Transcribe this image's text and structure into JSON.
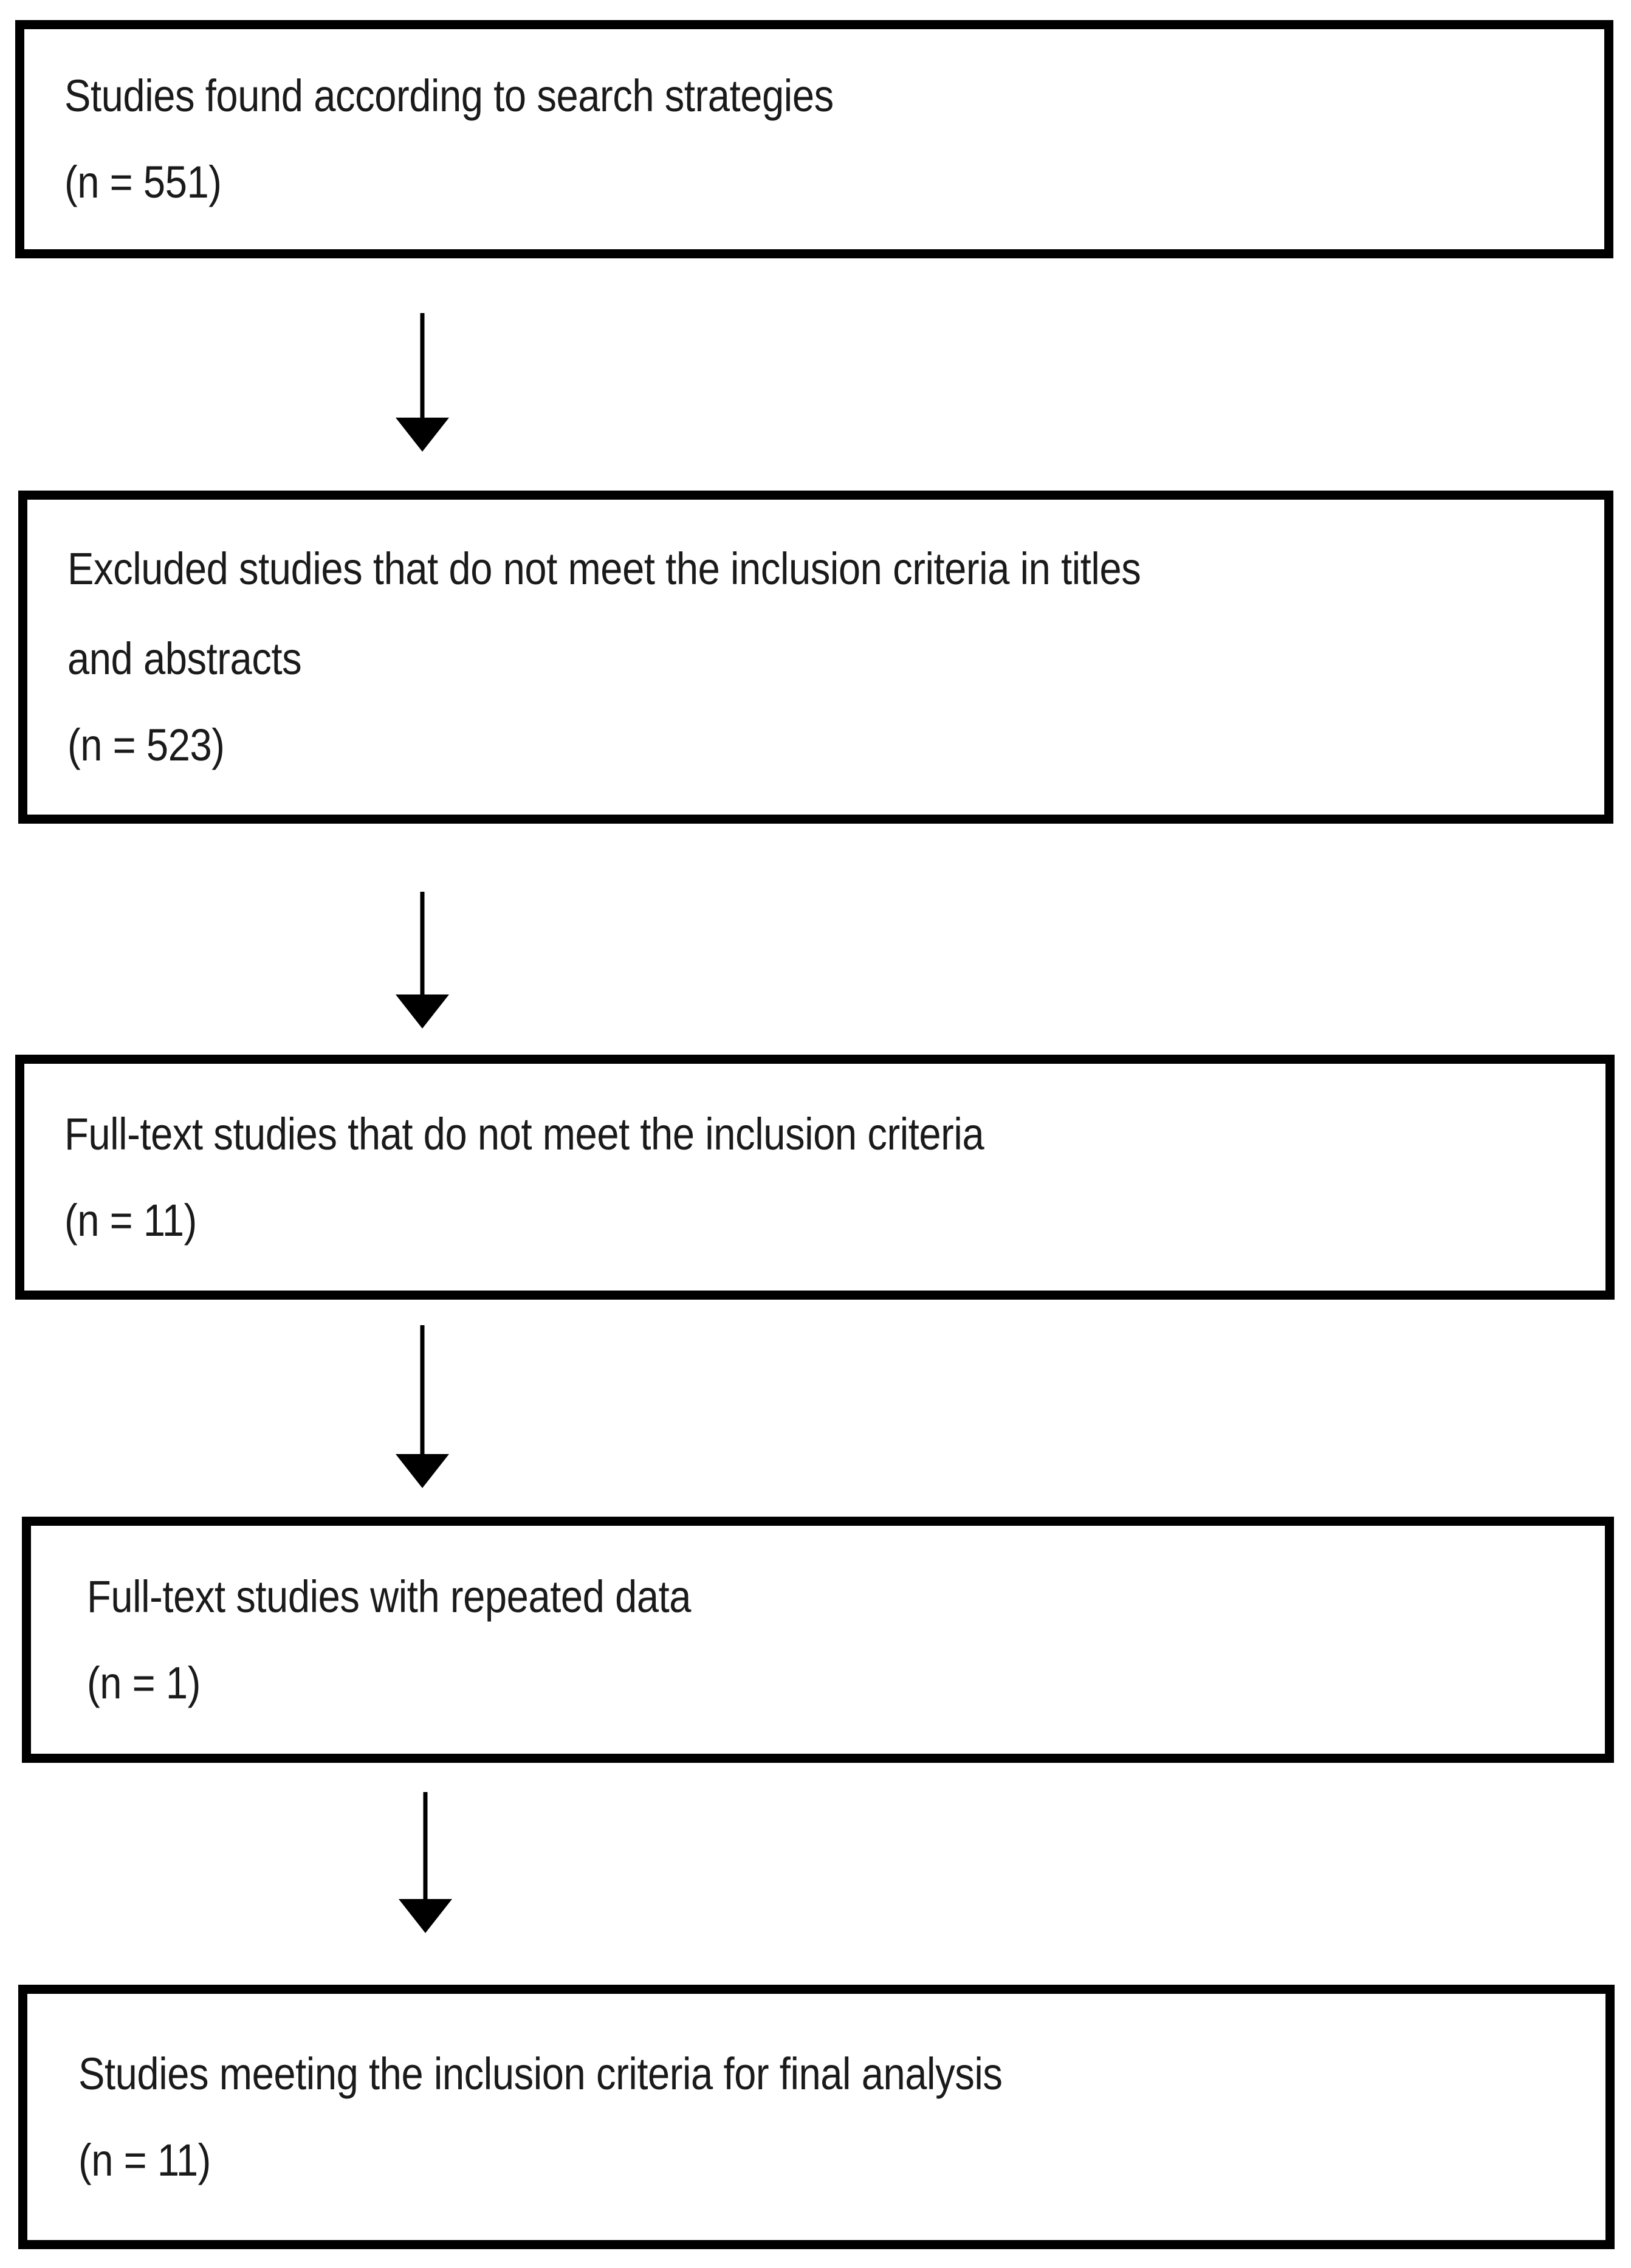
{
  "diagram": {
    "type": "prisma-study-selection-flowchart",
    "orientation": "vertical",
    "colors": {
      "box_border": "#000000",
      "box_fill": "#ffffff",
      "text": "#1a1a1a",
      "arrow": "#000000",
      "background": "#ffffff"
    },
    "nodes": [
      {
        "id": "studies-found",
        "lines": [
          "Studies found according to search strategies",
          "(n = 551)"
        ],
        "count_label": "(n = 551)",
        "count": 551
      },
      {
        "id": "excluded-titles-abstracts",
        "lines": [
          "Excluded studies that do not meet the inclusion criteria in titles",
          "and abstracts",
          "(n = 523)"
        ],
        "count_label": "(n = 523)",
        "count": 523
      },
      {
        "id": "fulltext-not-meeting-criteria",
        "lines": [
          "Full-text studies that do not meet the inclusion criteria",
          "(n = 11)"
        ],
        "count_label": "(n = 11)",
        "count": 11
      },
      {
        "id": "fulltext-repeated-data",
        "lines": [
          "Full-text studies with repeated data",
          "(n = 1)"
        ],
        "count_label": "(n = 1)",
        "count": 1
      },
      {
        "id": "studies-final-analysis",
        "lines": [
          "Studies meeting the inclusion criteria for final analysis",
          "(n = 11)"
        ],
        "count_label": "(n = 11)",
        "count": 11
      }
    ],
    "connectors": [
      {
        "id": "connector-1",
        "icon": "down-arrow-icon",
        "from": "studies-found",
        "to": "excluded-titles-abstracts"
      },
      {
        "id": "connector-2",
        "icon": "down-arrow-icon",
        "from": "excluded-titles-abstracts",
        "to": "fulltext-not-meeting-criteria"
      },
      {
        "id": "connector-3",
        "icon": "down-arrow-icon",
        "from": "fulltext-not-meeting-criteria",
        "to": "fulltext-repeated-data"
      },
      {
        "id": "connector-4",
        "icon": "down-arrow-icon",
        "from": "fulltext-repeated-data",
        "to": "studies-final-analysis"
      }
    ]
  }
}
